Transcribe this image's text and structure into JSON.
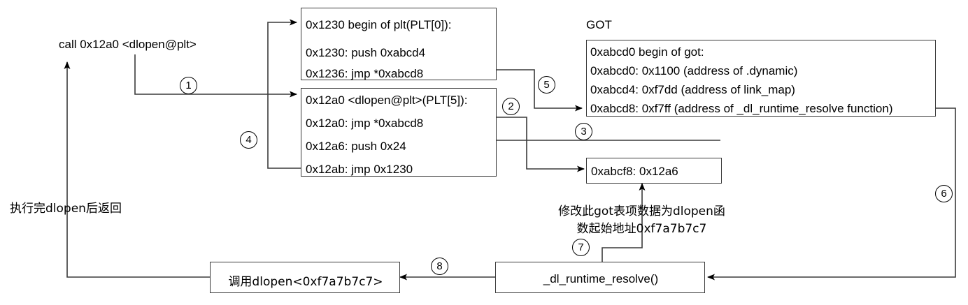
{
  "diagram": {
    "title_got": "GOT",
    "call_label": "call 0x12a0 <dlopen@plt>",
    "return_label": "执行完dlopen后返回",
    "plt0_box": {
      "header": "0x1230 begin of plt(PLT[0]):",
      "line1": "0x1230:   push 0xabcd4",
      "line2": "0x1236:   jmp *0xabcd8"
    },
    "plt5_box": {
      "header": "0x12a0 <dlopen@plt>(PLT[5]):",
      "line1": "0x12a0:   jmp *0xabcd8",
      "line2": "0x12a6:   push 0x24",
      "line3": "0x12ab:   jmp 0x1230"
    },
    "got_box": {
      "header": "0xabcd0 begin of got:",
      "line1": "0xabcd0:   0x1100 (address of .dynamic)",
      "line2": "0xabcd4:   0xf7dd (address of link_map)",
      "line3": "0xabcd8:   0xf7ff (address of _dl_runtime_resolve function)"
    },
    "got_entry_box": "0xabcf8:   0x12a6",
    "modify_note_line1": "修改此got表项数据为dlopen函",
    "modify_note_line2": "数起始地址0xf7a7b7c7",
    "call_dlopen_box": "调用dlopen<0xf7a7b7c7>",
    "resolver_box": "_dl_runtime_resolve()",
    "steps": [
      {
        "n": "1"
      },
      {
        "n": "2"
      },
      {
        "n": "3"
      },
      {
        "n": "4"
      },
      {
        "n": "5"
      },
      {
        "n": "6"
      },
      {
        "n": "7"
      },
      {
        "n": "8"
      }
    ],
    "colors": {
      "stroke": "#3a3a3a",
      "text": "#000000",
      "background": "#ffffff"
    }
  }
}
